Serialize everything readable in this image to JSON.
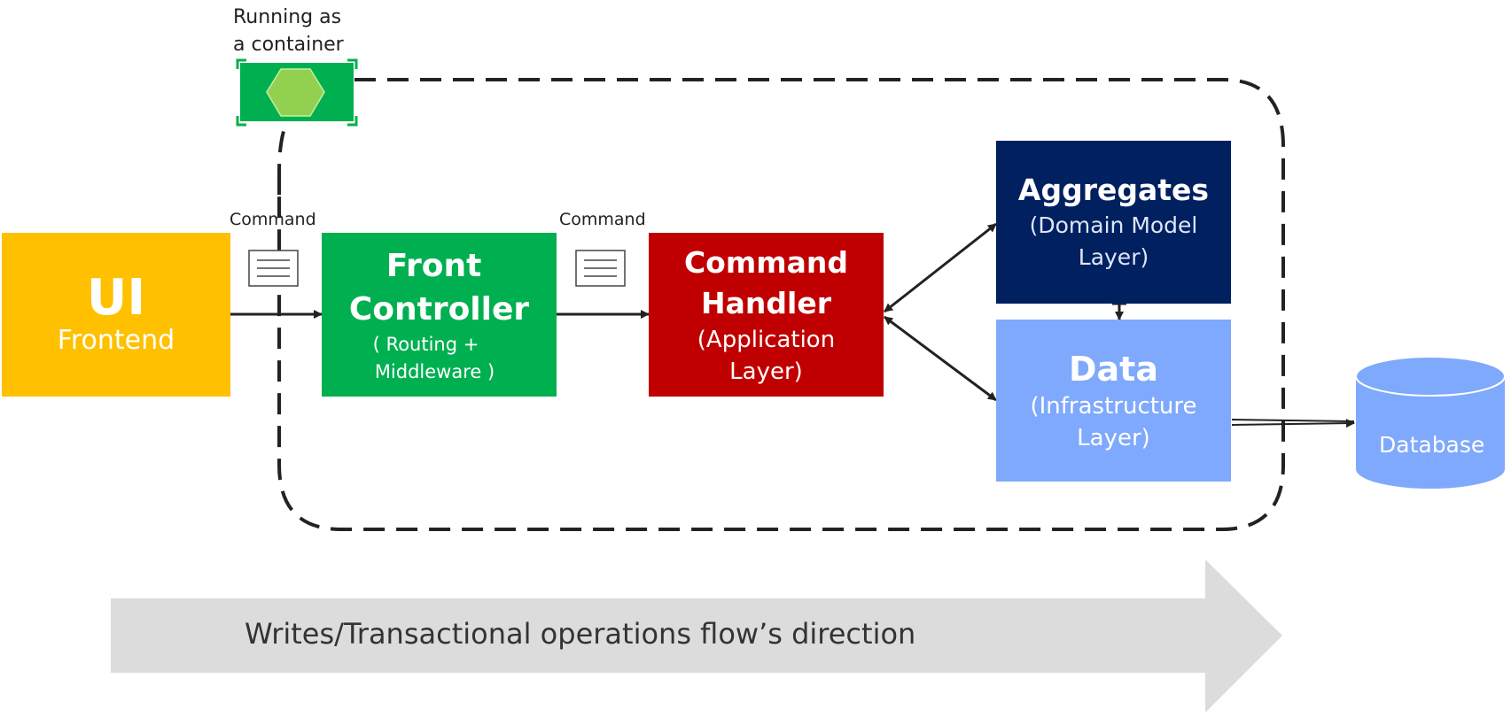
{
  "container_label": {
    "line1": "Running as",
    "line2": "a container"
  },
  "command_labels": [
    "Command",
    "Command"
  ],
  "ui": {
    "title": "UI",
    "subtitle": "Frontend",
    "color": "#FFC000"
  },
  "front_controller": {
    "title_line1": "Front",
    "title_line2": "Controller",
    "sub_line1": "( Routing +",
    "sub_line2": "Middleware )",
    "color": "#00B050"
  },
  "command_handler": {
    "title_line1": "Command",
    "title_line2": "Handler",
    "sub_line1": "(Application",
    "sub_line2": "Layer)",
    "color": "#C00000"
  },
  "aggregates": {
    "title": "Aggregates",
    "sub_line1": "(Domain Model",
    "sub_line2": "Layer)",
    "color": "#002060"
  },
  "data_layer": {
    "title": "Data",
    "sub_line1": "(Infrastructure",
    "sub_line2": "Layer)",
    "color": "#7FA9FC"
  },
  "database": {
    "label": "Database",
    "color": "#7FA9FC"
  },
  "flow_arrow": {
    "label": "Writes/Transactional operations flow’s direction",
    "color": "#DCDCDC"
  },
  "icons": {
    "container": "hexagon-container-icon",
    "command": "document-icon"
  }
}
